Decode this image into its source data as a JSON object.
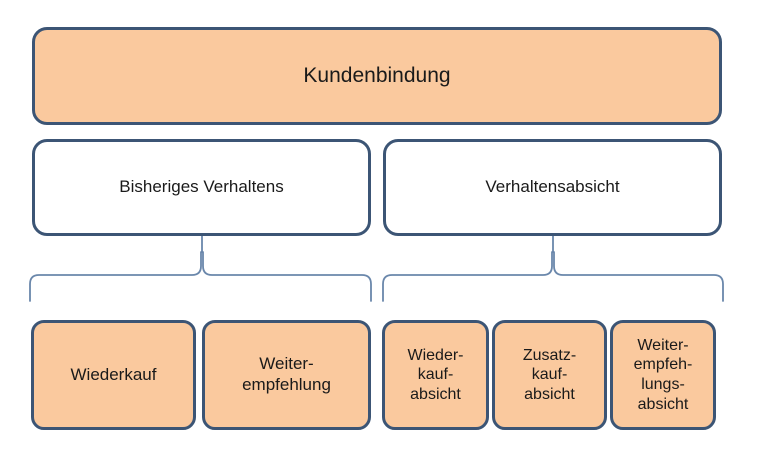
{
  "diagram": {
    "title_text": "Kundenbindung",
    "colors": {
      "fill": "#FAC99E",
      "stroke": "#3C5575",
      "brace_stroke": "#6a87ab",
      "white_fill": "#FFFFFF",
      "text": "#1A1A1A",
      "background": "#FFFFFF"
    },
    "levels": {
      "root": {
        "label": "Kundenbindung"
      },
      "middle": [
        {
          "label": "Bisheriges Verhaltens"
        },
        {
          "label": "Verhaltensabsicht"
        }
      ],
      "leaves": [
        {
          "label": "Wiederkauf"
        },
        {
          "label": "Weiter-\nempfehlung"
        },
        {
          "label": "Wieder-\nkauf-\nabsicht"
        },
        {
          "label": "Zusatz-\nkauf-\nabsicht"
        },
        {
          "label": "Weiter-\nempfeh-\nlungs-\nabsicht"
        }
      ]
    },
    "connectors": [
      {
        "name": "brace-left",
        "group": "Bisheriges Verhaltens"
      },
      {
        "name": "brace-right",
        "group": "Verhaltensabsicht"
      }
    ]
  }
}
